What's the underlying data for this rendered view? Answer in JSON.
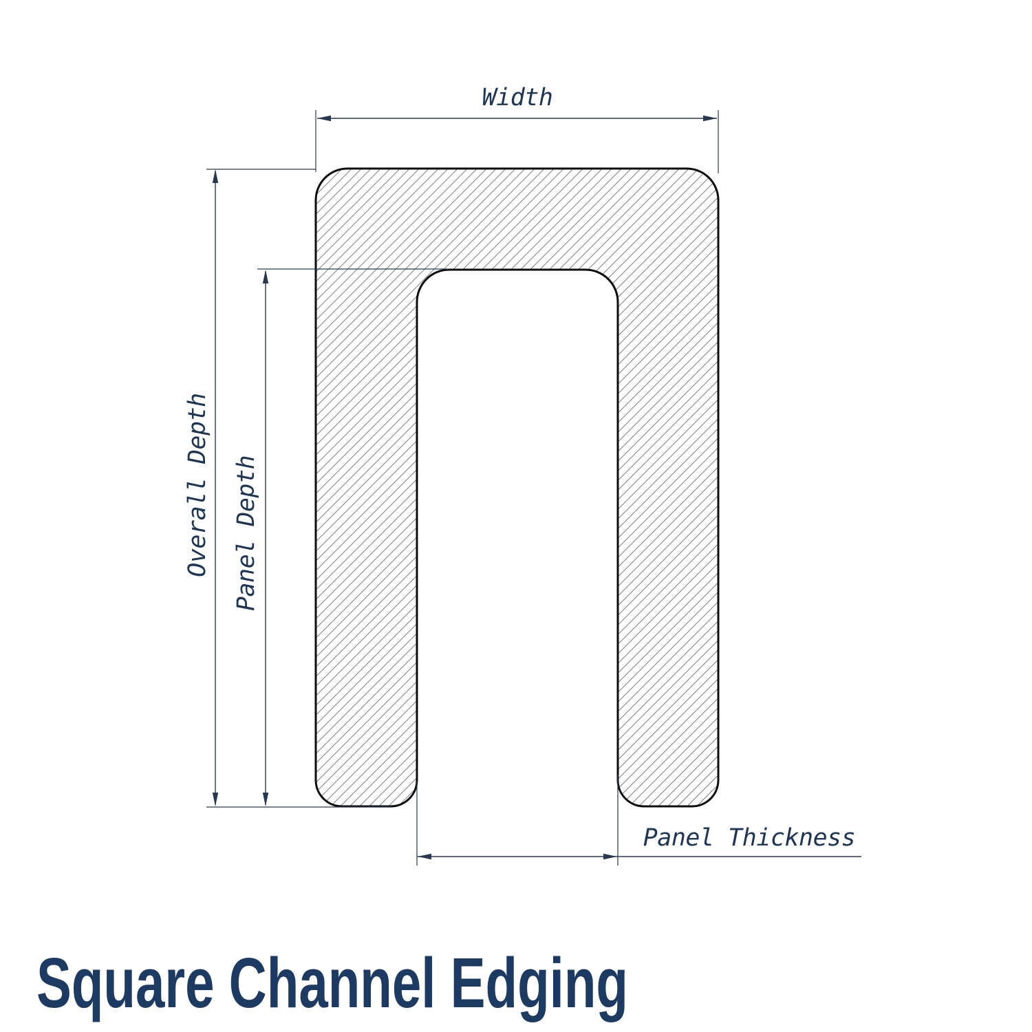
{
  "title": "Square Channel Edging",
  "diagram": {
    "dimensions": {
      "width": {
        "label": "Width"
      },
      "overall_depth": {
        "label": "Overall Depth"
      },
      "panel_depth": {
        "label": "Panel Depth"
      },
      "panel_thickness": {
        "label": "Panel Thickness"
      }
    }
  },
  "colors": {
    "background": "#ffffff",
    "outline": "#0d0d0d",
    "hatch": "#1c1c1c",
    "dimension_line": "#28394f",
    "label_text": "#1e3553",
    "title_text": "#1c3a62"
  }
}
